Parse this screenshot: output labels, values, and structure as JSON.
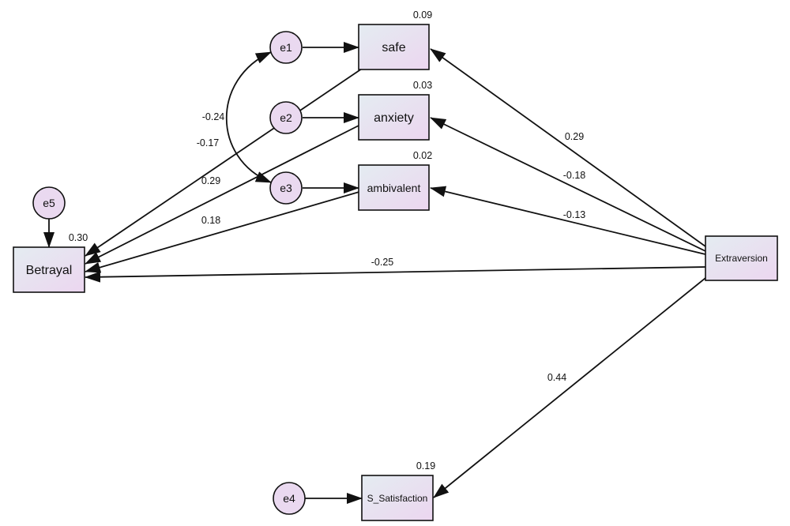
{
  "nodes": {
    "safe": {
      "label": "safe",
      "r2": "0.09"
    },
    "anxiety": {
      "label": "anxiety",
      "r2": "0.03"
    },
    "ambivalent": {
      "label": "ambivalent",
      "r2": "0.02"
    },
    "betrayal": {
      "label": "Betrayal",
      "r2": "0.30"
    },
    "extraversion": {
      "label": "Extraversion"
    },
    "s_satisfaction": {
      "label": "S_Satisfaction",
      "r2": "0.19"
    }
  },
  "errors": {
    "e1": "e1",
    "e2": "e2",
    "e3": "e3",
    "e4": "e4",
    "e5": "e5"
  },
  "paths": {
    "extraversion_safe": "0.29",
    "extraversion_anxiety": "-0.18",
    "extraversion_ambivalent": "-0.13",
    "extraversion_betrayal": "-0.25",
    "extraversion_s_satisfaction": "0.44",
    "safe_betrayal": "-0.17",
    "anxiety_betrayal": "0.29",
    "ambivalent_betrayal": "0.18",
    "e1_e3_covariance": "-0.24"
  },
  "colors": {
    "box_fill_start": "#e4ecf1",
    "box_fill_end": "#ecd6f0",
    "circle_fill": "#ead9f0",
    "stroke": "#111111"
  }
}
